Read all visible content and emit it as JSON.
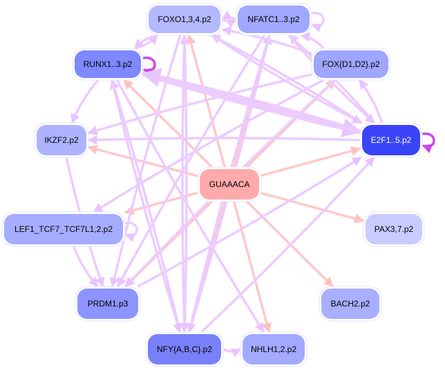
{
  "diagram": {
    "type": "network",
    "description": "Motif-centered regulatory network",
    "colors": {
      "background": "#ffffff",
      "motif_node": "#ffaaaa",
      "motif_edge": "#ffc8c8",
      "tf_edge": "#eccbff",
      "self_loop_strong": "#cc44ee",
      "node_border": "#e6e6ff",
      "label_dark": "#000000",
      "label_light": "#ffffff"
    },
    "nodes": [
      {
        "id": "FOXO",
        "label": "FOXO1,3,4.p2",
        "fill": "#b4b9ff",
        "kind": "tf"
      },
      {
        "id": "NFATC",
        "label": "NFATC1..3.p2",
        "fill": "#a0a8ff",
        "kind": "tf"
      },
      {
        "id": "RUNX",
        "label": "RUNX1..3.p2",
        "fill": "#7e88ff",
        "kind": "tf"
      },
      {
        "id": "FOXD",
        "label": "FOX{D1,D2}.p2",
        "fill": "#9ea6ff",
        "kind": "tf"
      },
      {
        "id": "IKZF2",
        "label": "IKZF2.p2",
        "fill": "#adb3ff",
        "kind": "tf"
      },
      {
        "id": "E2F",
        "label": "E2F1..5.p2",
        "fill": "#3a44f7",
        "kind": "tf",
        "light_text": true
      },
      {
        "id": "GUAAACA",
        "label": "GUAAACA",
        "fill": "#ffaaaa",
        "kind": "motif"
      },
      {
        "id": "LEF1",
        "label": "LEF1_TCF7_TCF7L1,2.p2",
        "fill": "#a6acff",
        "kind": "tf"
      },
      {
        "id": "PAX3",
        "label": "PAX3,7.p2",
        "fill": "#c9ccff",
        "kind": "tf"
      },
      {
        "id": "PRDM1",
        "label": "PRDM1.p3",
        "fill": "#8c94ff",
        "kind": "tf"
      },
      {
        "id": "BACH2",
        "label": "BACH2.p2",
        "fill": "#a9aeff",
        "kind": "tf"
      },
      {
        "id": "NFY",
        "label": "NFY{A,B,C}.p2",
        "fill": "#7880fa",
        "kind": "tf"
      },
      {
        "id": "NHLH",
        "label": "NHLH1,2.p2",
        "fill": "#a3a9ff",
        "kind": "tf"
      }
    ],
    "edges": [
      {
        "from": "GUAAACA",
        "to": "FOXO",
        "kind": "motif"
      },
      {
        "from": "GUAAACA",
        "to": "NFATC",
        "kind": "motif"
      },
      {
        "from": "GUAAACA",
        "to": "RUNX",
        "kind": "motif"
      },
      {
        "from": "GUAAACA",
        "to": "FOXD",
        "kind": "motif"
      },
      {
        "from": "GUAAACA",
        "to": "IKZF2",
        "kind": "motif"
      },
      {
        "from": "GUAAACA",
        "to": "E2F",
        "kind": "motif"
      },
      {
        "from": "GUAAACA",
        "to": "LEF1",
        "kind": "motif"
      },
      {
        "from": "GUAAACA",
        "to": "PAX3",
        "kind": "motif"
      },
      {
        "from": "GUAAACA",
        "to": "PRDM1",
        "kind": "motif"
      },
      {
        "from": "GUAAACA",
        "to": "BACH2",
        "kind": "motif"
      },
      {
        "from": "GUAAACA",
        "to": "NFY",
        "kind": "motif"
      },
      {
        "from": "GUAAACA",
        "to": "NHLH",
        "kind": "motif"
      },
      {
        "from": "RUNX",
        "to": "RUNX",
        "kind": "self-strong"
      },
      {
        "from": "E2F",
        "to": "E2F",
        "kind": "self-strong"
      },
      {
        "from": "NFATC",
        "to": "NFATC",
        "kind": "self"
      },
      {
        "from": "LEF1",
        "to": "LEF1",
        "kind": "self"
      },
      {
        "from": "FOXO",
        "to": "NFATC",
        "kind": "tf"
      },
      {
        "from": "NFATC",
        "to": "FOXO",
        "kind": "tf"
      },
      {
        "from": "NFY",
        "to": "NHLH",
        "kind": "tf"
      },
      {
        "from": "RUNX",
        "to": "FOXO",
        "kind": "tf"
      },
      {
        "from": "FOXO",
        "to": "RUNX",
        "kind": "tf"
      },
      {
        "from": "RUNX",
        "to": "IKZF2",
        "kind": "tf"
      },
      {
        "from": "RUNX",
        "to": "E2F",
        "kind": "tf",
        "weight": 2
      },
      {
        "from": "E2F",
        "to": "RUNX",
        "kind": "tf",
        "weight": 2
      },
      {
        "from": "FOXD",
        "to": "FOXO",
        "kind": "tf"
      },
      {
        "from": "FOXD",
        "to": "NFATC",
        "kind": "tf"
      },
      {
        "from": "FOXD",
        "to": "IKZF2",
        "kind": "tf"
      },
      {
        "from": "FOXD",
        "to": "LEF1",
        "kind": "tf"
      },
      {
        "from": "FOXD",
        "to": "PRDM1",
        "kind": "tf"
      },
      {
        "from": "E2F",
        "to": "FOXD",
        "kind": "tf"
      },
      {
        "from": "E2F",
        "to": "FOXO",
        "kind": "tf"
      },
      {
        "from": "E2F",
        "to": "NFATC",
        "kind": "tf"
      },
      {
        "from": "E2F",
        "to": "IKZF2",
        "kind": "tf"
      },
      {
        "from": "IKZF2",
        "to": "PRDM1",
        "kind": "tf"
      },
      {
        "from": "LEF1",
        "to": "PRDM1",
        "kind": "tf"
      },
      {
        "from": "PRDM1",
        "to": "E2F",
        "kind": "tf"
      },
      {
        "from": "NFY",
        "to": "E2F",
        "kind": "tf"
      },
      {
        "from": "NFY",
        "to": "FOXO",
        "kind": "tf"
      },
      {
        "from": "NFY",
        "to": "NFATC",
        "kind": "tf"
      },
      {
        "from": "NFY",
        "to": "RUNX",
        "kind": "tf"
      },
      {
        "from": "FOXO",
        "to": "NFY",
        "kind": "tf"
      },
      {
        "from": "RUNX",
        "to": "NFY",
        "kind": "tf"
      },
      {
        "from": "RUNX",
        "to": "NHLH",
        "kind": "tf"
      },
      {
        "from": "NFATC",
        "to": "PRDM1",
        "kind": "tf"
      },
      {
        "from": "NFATC",
        "to": "NFY",
        "kind": "tf"
      },
      {
        "from": "NFATC",
        "to": "E2F",
        "kind": "tf"
      },
      {
        "from": "FOXO",
        "to": "E2F",
        "kind": "tf"
      },
      {
        "from": "FOXO",
        "to": "PRDM1",
        "kind": "tf"
      }
    ]
  }
}
